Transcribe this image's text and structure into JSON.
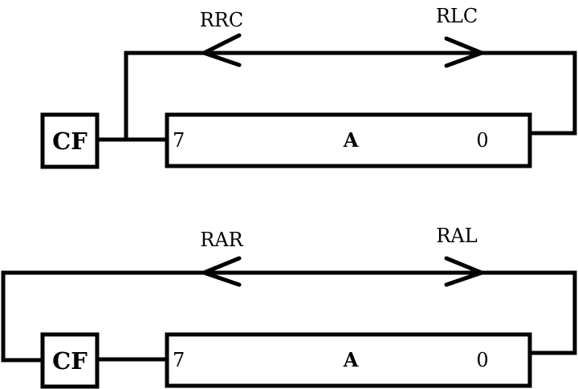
{
  "top": {
    "left_label": "RRC",
    "right_label": "RLC",
    "carry_label": "CF",
    "register_label": "A",
    "msb_label": "7",
    "lsb_label": "0"
  },
  "bottom": {
    "left_label": "RAR",
    "right_label": "RAL",
    "carry_label": "CF",
    "register_label": "A",
    "msb_label": "7",
    "lsb_label": "0"
  }
}
